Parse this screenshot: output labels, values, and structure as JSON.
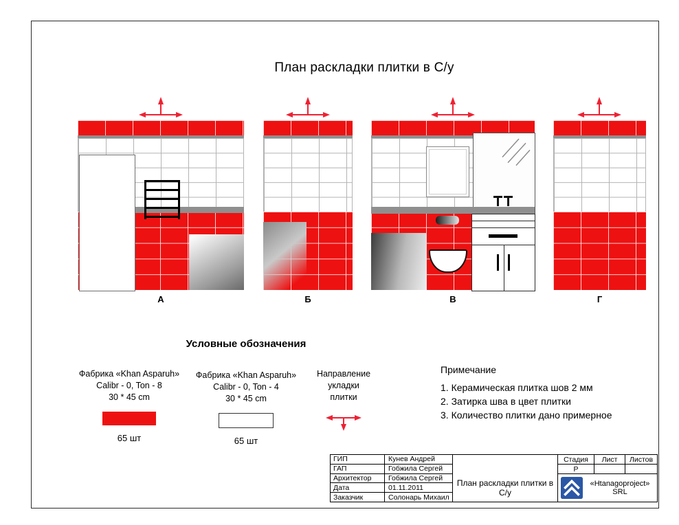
{
  "sheet": {
    "title": "План раскладки плитки в С/у"
  },
  "walls": [
    {
      "label": "А"
    },
    {
      "label": "Б"
    },
    {
      "label": "В"
    },
    {
      "label": "Г"
    }
  ],
  "legend": {
    "title": "Условные обозначения",
    "red_tile": {
      "factory": "Фабрика «Khan Asparuh»",
      "spec": "Calibr - 0, Ton - 8",
      "size": "30 * 45 cm",
      "count": "65 шт"
    },
    "white_tile": {
      "factory": "Фабрика «Khan Asparuh»",
      "spec": "Calibr - 0, Ton - 4",
      "size": "30 * 45 cm",
      "count": "65 шт"
    },
    "direction": {
      "line1": "Направление",
      "line2": "укладки",
      "line3": "плитки"
    }
  },
  "notes": {
    "title": "Примечание",
    "items": [
      "1. Керамическая плитка шов 2 мм",
      "2. Затирка шва в цвет плитки",
      "3. Количество плитки дано примерное"
    ]
  },
  "titleblock": {
    "rows": [
      {
        "label": "ГИП",
        "value": "Кунев Андрей"
      },
      {
        "label": "ГАП",
        "value": "Гобжила Сергей"
      },
      {
        "label": "Архитектор",
        "value": "Гобжила Сергей"
      },
      {
        "label": "Дата",
        "value": "01.11.2011"
      },
      {
        "label": "Заказчик",
        "value": "Солонарь Михаил"
      }
    ],
    "drawing_title": "План раскладки плитки в С/у",
    "stage_label": "Стадия",
    "sheet_label": "Лист",
    "sheets_label": "Листов",
    "stage_value": "Р",
    "company": "«Htanagoproject» SRL"
  },
  "colors": {
    "tile_red": "#ee1111",
    "arrow_red": "#ee2233",
    "logo_blue": "#2a57a5"
  }
}
